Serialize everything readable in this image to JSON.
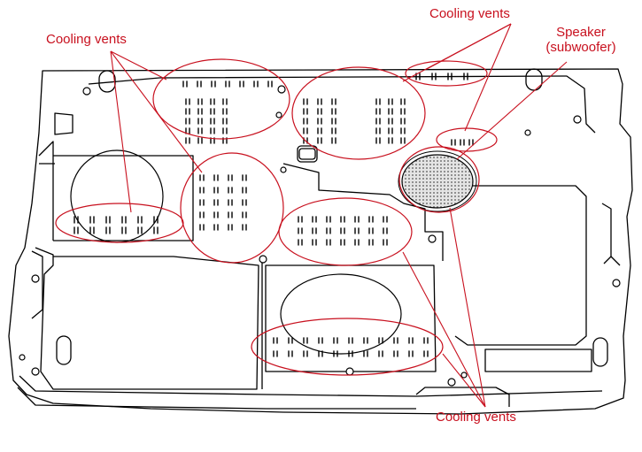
{
  "labels": {
    "vents_left": "Cooling vents",
    "vents_top_right": "Cooling vents",
    "speaker_line1": "Speaker",
    "speaker_line2": "(subwoofer)",
    "vents_bottom": "Cooling vents"
  },
  "colors": {
    "callout": "#c8101e",
    "outline": "#000000",
    "background": "#ffffff",
    "speaker_grille": "#dcdcdc"
  }
}
